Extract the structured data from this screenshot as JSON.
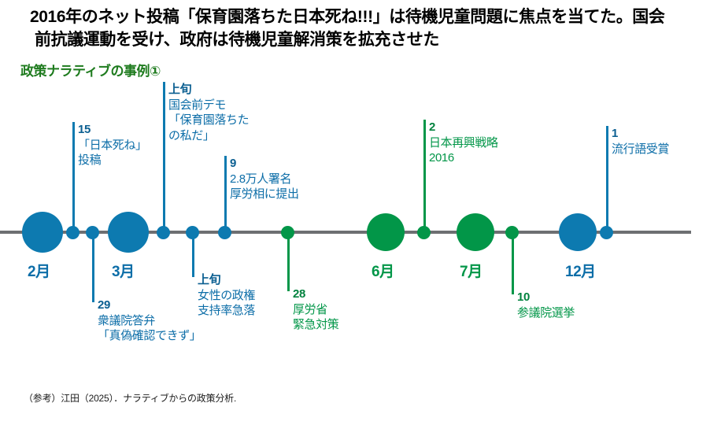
{
  "header": {
    "title_line1": "2016年のネット投稿「保育園落ちた日本死ね!!!」は待機児童問題に焦点を当てた。国会",
    "title_line2": "前抗議運動を受け、政府は待機児童解消策を拡充させた",
    "subtitle": "政策ナラティブの事例①"
  },
  "footer": {
    "citation": "（参考）江田（2025）．ナラティブからの政策分析."
  },
  "colors": {
    "blue": "#0d7ab0",
    "green": "#029648",
    "axis": "#6d6f72",
    "subtitle_green": "#1e7b1e",
    "title_black": "#000000"
  },
  "timeline": {
    "months": [
      {
        "label": "2月",
        "color": "blue"
      },
      {
        "label": "3月",
        "color": "blue"
      },
      {
        "label": "6月",
        "color": "green"
      },
      {
        "label": "7月",
        "color": "green"
      },
      {
        "label": "12月",
        "color": "blue"
      }
    ],
    "annotations_above": [
      {
        "num": "15",
        "lines": [
          "「日本死ね」",
          "投稿"
        ],
        "color": "blue"
      },
      {
        "num": "上旬",
        "lines": [
          "国会前デモ",
          "「保育園落ちた",
          "の私だ」"
        ],
        "color": "blue"
      },
      {
        "num": "9",
        "lines": [
          "2.8万人署名",
          "厚労相に提出"
        ],
        "color": "blue"
      },
      {
        "num": "2",
        "lines": [
          "日本再興戦略",
          "2016"
        ],
        "color": "green"
      },
      {
        "num": "1",
        "lines": [
          "流行語受賞"
        ],
        "color": "blue"
      }
    ],
    "annotations_below": [
      {
        "num": "29",
        "lines": [
          "衆議院答弁",
          "「真偽確認できず」"
        ],
        "color": "blue"
      },
      {
        "num": "上旬",
        "lines": [
          "女性の政権",
          "支持率急落"
        ],
        "color": "blue"
      },
      {
        "num": "28",
        "lines": [
          "厚労省",
          "緊急対策"
        ],
        "color": "green"
      },
      {
        "num": "10",
        "lines": [
          "参議院選挙"
        ],
        "color": "green"
      }
    ]
  }
}
